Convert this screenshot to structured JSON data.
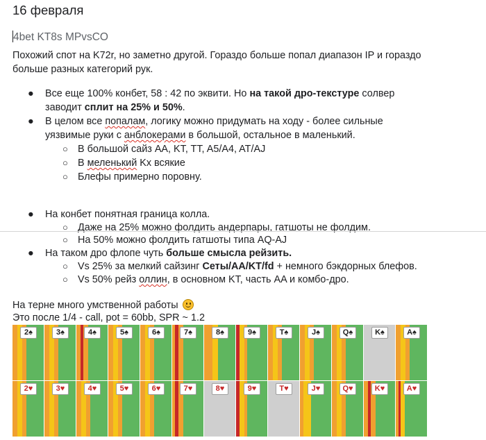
{
  "date": "16 февраля",
  "subtitle": "4bet KT8s MPvsCO",
  "intro": {
    "line1": "Похожий спот на K72r, но заметно другой. Гораздо больше попал диапазон IP и гораздо",
    "line2": "больше разных категорий рук."
  },
  "bullets": {
    "b1_a": "Все еще 100% конбет, 58 : 42 по эквити. Но ",
    "b1_bold": "на такой дро-текстуре",
    "b1_b": " солвер",
    "b1_c": "заводит ",
    "b1_bold2": "сплит на 25% и 50%",
    "b1_d": ".",
    "b2_a": "В целом все ",
    "b2_sq": "попалам",
    "b2_b": ", логику можно придумать на ходу - более сильные",
    "b2_c": "уязвимые руки с ",
    "b2_sq2": "анблокерами",
    "b2_d": " в большой, остальное в маленький.",
    "s1": "В большой сайз AA, KT, TT, A5/A4, AT/AJ",
    "s2_a": "В ",
    "s2_sq": "меленький",
    "s2_b": " Kx всякие",
    "s3": "Блефы примерно поровну.",
    "b3": "На конбет понятная граница колла.",
    "s4": "Даже на 25% можно фолдить андерпары, гатшоты не фолдим.",
    "s5": "На 50% можно фолдить гатшоты типа AQ-AJ",
    "b4_a": "На таком дро флопе чуть ",
    "b4_bold": "больше смысла рейзить.",
    "s6_a": "Vs 25% за мелкий сайзинг ",
    "s6_bold": "Сеты/AA/KT/fd",
    "s6_b": " + немного бэкдорных блефов.",
    "s7_a": "Vs 50% рейз ",
    "s7_sq": "оллин",
    "s7_b": ", в основном KT, часть AA и комбо-дро."
  },
  "turn": {
    "line1": "На терне много умственной работы",
    "line2": "Это после 1/4 - call, pot = 60bb, SPR ~ 1.2"
  },
  "grid": {
    "rows": [
      {
        "suit": "♠",
        "suit_class": "spade",
        "cards": [
          {
            "label": "2♠",
            "stripes": "orange"
          },
          {
            "label": "3♠",
            "stripes": "orange"
          },
          {
            "label": "4♠",
            "stripes": "orange_red"
          },
          {
            "label": "5♠",
            "stripes": "orange"
          },
          {
            "label": "6♠",
            "stripes": "orange"
          },
          {
            "label": "7♠",
            "stripes": "red"
          },
          {
            "label": "8♠",
            "stripes": "orange_yellow"
          },
          {
            "label": "9♠",
            "stripes": "red_yellow"
          },
          {
            "label": "T♠",
            "stripes": "orange"
          },
          {
            "label": "J♠",
            "stripes": "orange"
          },
          {
            "label": "Q♠",
            "stripes": "orange"
          },
          {
            "label": "K♠",
            "stripes": "gray"
          },
          {
            "label": "A♠",
            "stripes": "orange"
          }
        ]
      },
      {
        "suit": "♥",
        "suit_class": "heart",
        "cards": [
          {
            "label": "2♥",
            "stripes": "orange"
          },
          {
            "label": "3♥",
            "stripes": "orange"
          },
          {
            "label": "4♥",
            "stripes": "orange"
          },
          {
            "label": "5♥",
            "stripes": "orange"
          },
          {
            "label": "6♥",
            "stripes": "orange"
          },
          {
            "label": "7♥",
            "stripes": "red"
          },
          {
            "label": "8♥",
            "stripes": "gray"
          },
          {
            "label": "9♥",
            "stripes": "red_yellow"
          },
          {
            "label": "T♥",
            "stripes": "gray"
          },
          {
            "label": "J♥",
            "stripes": "yellow"
          },
          {
            "label": "Q♥",
            "stripes": "orange"
          },
          {
            "label": "K♥",
            "stripes": "orange_red"
          },
          {
            "label": "A♥",
            "stripes": "red_orange"
          }
        ]
      }
    ],
    "colors": {
      "green": "#5fb65f",
      "orange": "#f0a030",
      "yellow": "#f5c518",
      "red": "#c62828",
      "gray": "#cfcfcf"
    }
  }
}
